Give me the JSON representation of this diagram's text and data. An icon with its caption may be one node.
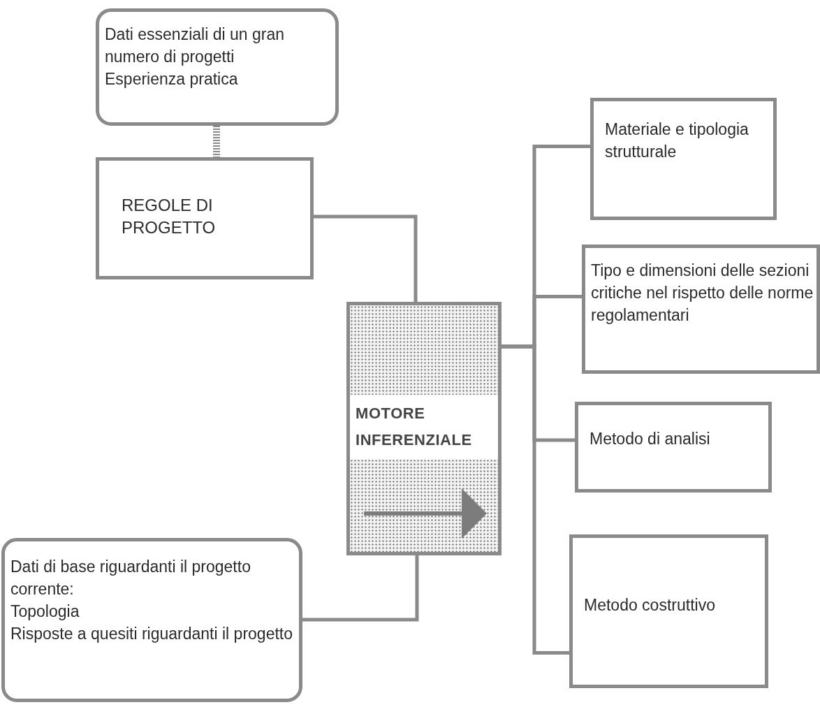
{
  "diagram": {
    "nodes": [
      {
        "text": [
          "Dati essenziali di un gran numero di progetti",
          "Esperienza pratica"
        ]
      },
      {
        "text": [
          "REGOLE DI PROGETTO"
        ]
      },
      {
        "text": [
          "MOTORE INFERENZIALE"
        ]
      },
      {
        "text": [
          "Dati di base riguardanti il progetto corrente:",
          "Topologia",
          "Risposte a quesiti riguardanti il progetto"
        ]
      },
      {
        "text": [
          "Materiale e tipologia strutturale"
        ]
      },
      {
        "text": [
          "Tipo e dimensioni delle sezioni critiche nel rispetto delle norme regolamentari"
        ]
      },
      {
        "text": [
          "Metodo di analisi"
        ]
      },
      {
        "text": [
          "Metodo costruttivo"
        ]
      }
    ],
    "edges": [
      {
        "from": 0,
        "to": 1,
        "arrow": "none",
        "style": "dashed"
      },
      {
        "from": 1,
        "to": 2,
        "arrow": "none"
      },
      {
        "from": 3,
        "to": 2,
        "arrow": "none"
      },
      {
        "from": 2,
        "to": 4,
        "arrow": "none"
      },
      {
        "from": 2,
        "to": 5,
        "arrow": "none"
      },
      {
        "from": 2,
        "to": 6,
        "arrow": "none"
      },
      {
        "from": 2,
        "to": 7,
        "arrow": "none"
      }
    ]
  }
}
